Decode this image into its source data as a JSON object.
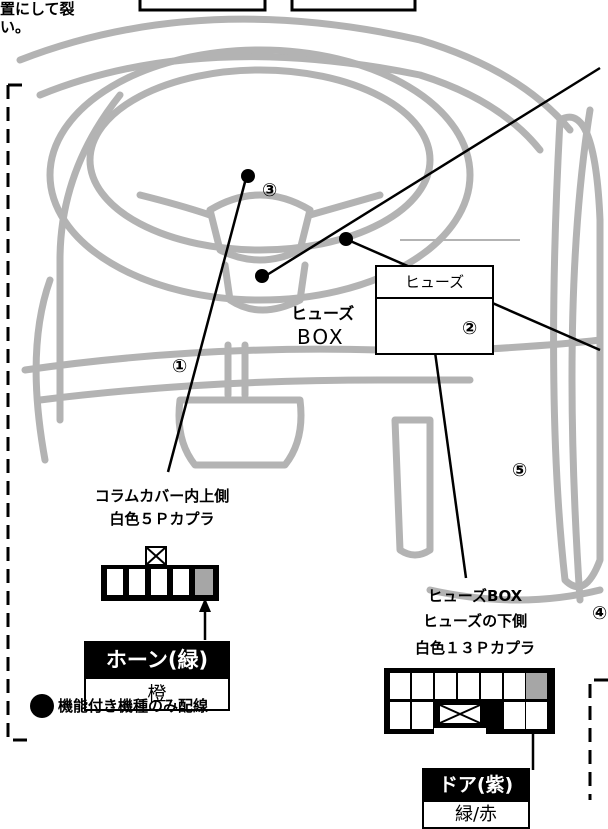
{
  "top_note": [
    "置にして裂",
    "い。"
  ],
  "fuse_box": {
    "inner_label": "ヒューズ",
    "outer_label_line1": "ヒューズ",
    "outer_label_line2": "BOX"
  },
  "markers": {
    "m1": "①",
    "m2": "②",
    "m3": "③",
    "m4": "④",
    "m5": "⑤"
  },
  "connector_5p": {
    "label_line1": "コラムカバー内上側",
    "label_line2": "白色５Ｐカプラ",
    "wire_name": "ホーン(緑)",
    "wire_color": "橙"
  },
  "connector_13p": {
    "label_line1": "ヒューズBOX",
    "label_line2": "ヒューズの下側",
    "label_line3": "白色１３Ｐカプラ",
    "wire_name": "ドア(紫)",
    "wire_color": "緑/赤"
  },
  "legend": {
    "text": "機能付き機種のみ配線"
  },
  "colors": {
    "car_outline": "#b3b3b3",
    "highlight_pin": "#a6a6a6",
    "ink": "#000000"
  }
}
